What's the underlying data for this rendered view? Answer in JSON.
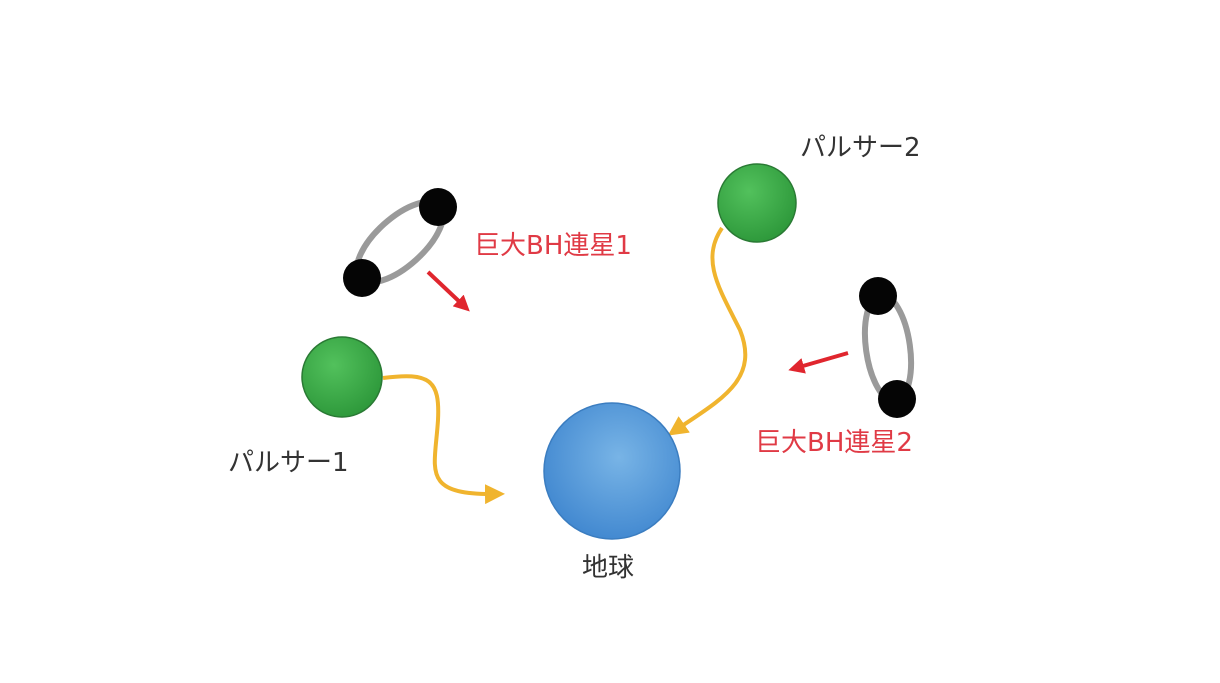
{
  "labels": {
    "pulsar1": "パルサー1",
    "pulsar2": "パルサー2",
    "bh_binary1": "巨大BH連星1",
    "bh_binary2": "巨大BH連星2",
    "earth": "地球"
  },
  "colors": {
    "pulsar": "#3db34a",
    "earth": "#4f95d8",
    "signal": "#f0b42e",
    "gw_arrow": "#e0262e",
    "label_red": "#e03a45",
    "orbit": "#9a9a9a"
  }
}
